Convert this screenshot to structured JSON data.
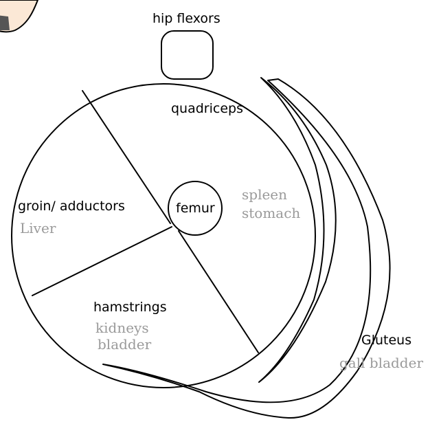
{
  "labels": {
    "hip_flexors": "hip flexors",
    "quadriceps": "quadriceps",
    "groin_adductors": "groin/ adductors",
    "liver": "Liver",
    "femur": "femur",
    "spleen": "spleen",
    "stomach": "stomach",
    "hamstrings": "hamstrings",
    "kidneys": "kidneys",
    "bladder": "bladder",
    "gluteus": "Gluteus",
    "gall_bladder": "gall bladder"
  },
  "colors": {
    "line": "#000000",
    "muscle_text": "#000000",
    "organ_text": "#9a9a9a",
    "foot_fill": "#fbe8d6",
    "foot_strap": "#555555"
  }
}
